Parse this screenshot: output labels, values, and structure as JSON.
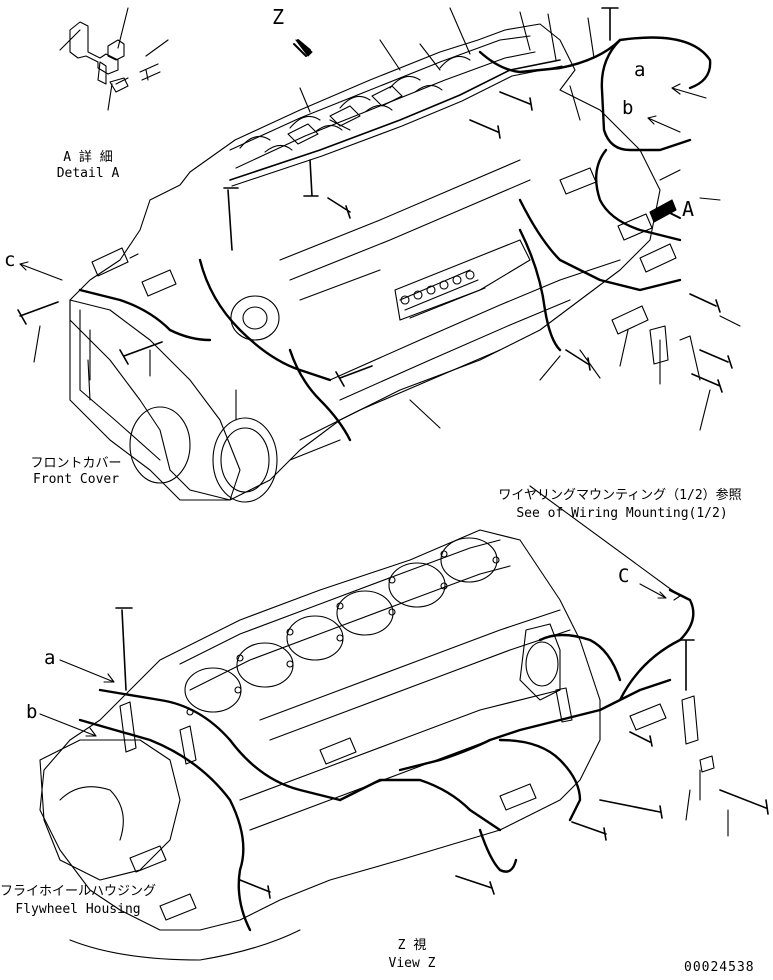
{
  "labels": {
    "z_marker": "Z",
    "detail_a_jp": "A 詳 細",
    "detail_a_en": "Detail A",
    "front_cover_jp": "フロントカバー",
    "front_cover_en": "Front Cover",
    "callout_a_top": "a",
    "callout_b_top": "b",
    "callout_c_left": "c",
    "detail_marker_a": "A",
    "wiring_ref_jp": "ワイヤリングマウンティング（1/2）参照",
    "wiring_ref_en": "See of Wiring Mounting(1/2)",
    "callout_c_right": "C",
    "callout_a_bottom": "a",
    "callout_b_bottom": "b",
    "flywheel_jp": "フライホイールハウジング",
    "flywheel_en": "Flywheel Housing",
    "view_z_jp": "Z 視",
    "view_z_en": "View Z",
    "drawing_number": "00024538"
  }
}
